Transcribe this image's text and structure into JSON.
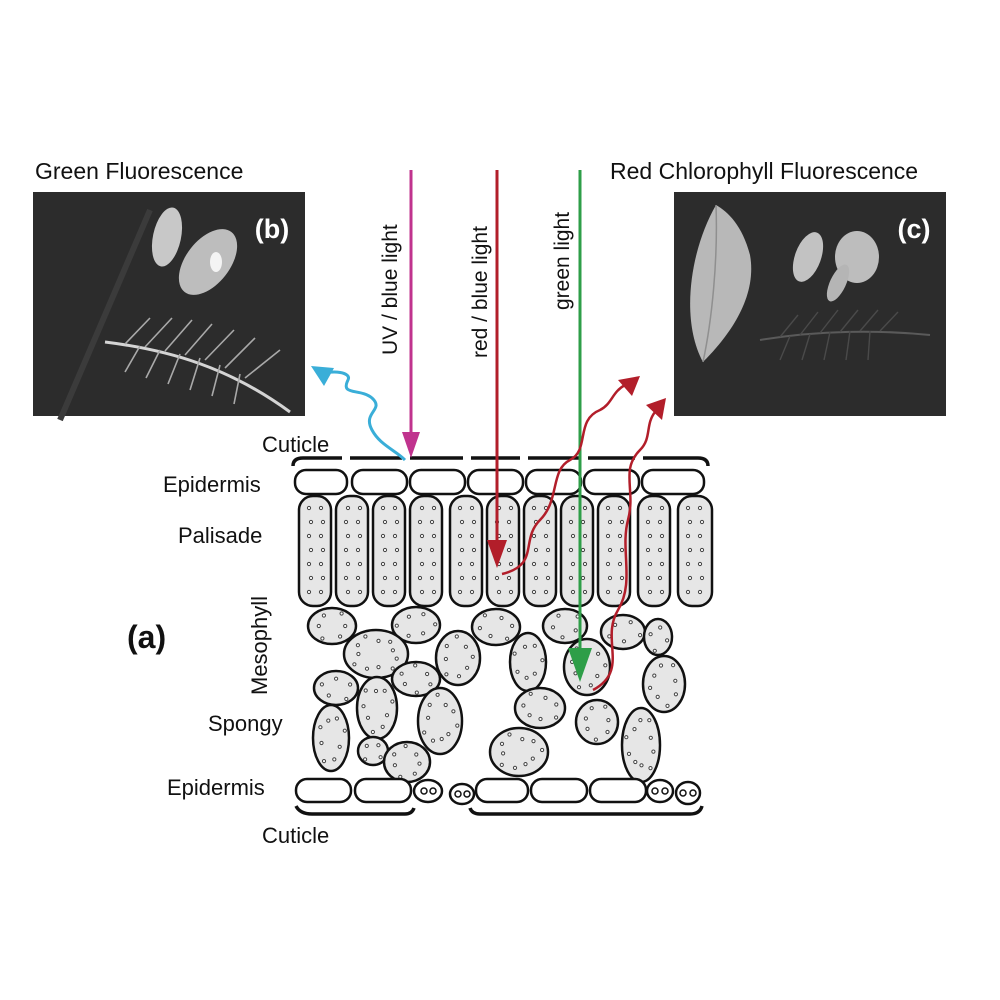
{
  "photos": {
    "green": {
      "title": "Green Fluorescence",
      "panel_label": "(b)"
    },
    "red": {
      "title": "Red Chlorophyll Fluorescence",
      "panel_label": "(c)"
    }
  },
  "beams": {
    "uv": {
      "label": "UV / blue light",
      "color": "#c0338e"
    },
    "red_blue": {
      "label": "red / blue light",
      "color": "#b21e2a"
    },
    "green": {
      "label": "green light",
      "color": "#2e9e48"
    }
  },
  "emission_colors": {
    "green_fluorescence": "#3aaed8",
    "red_fluorescence": "#b21e2a"
  },
  "layers": {
    "cuticle_top": "Cuticle",
    "epidermis_top": "Epidermis",
    "palisade": "Palisade",
    "mesophyll": "Mesophyll",
    "spongy": "Spongy",
    "epidermis_bottom": "Epidermis",
    "cuticle_bottom": "Cuticle"
  },
  "panel_a_label": "(a)"
}
